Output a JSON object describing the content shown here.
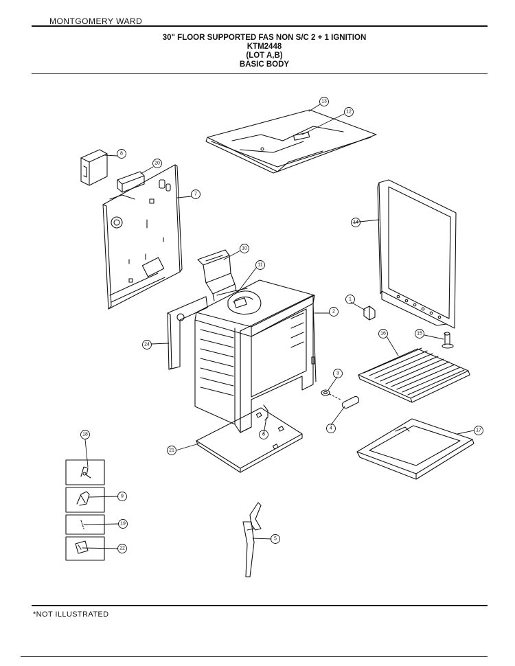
{
  "header": {
    "brand": "MONTGOMERY WARD",
    "title_line1": "30\" FLOOR SUPPORTED FAS NON S/C 2 + 1 IGNITION",
    "model": "KTM2448",
    "lot": "(LOT A,B)",
    "section": "BASIC BODY"
  },
  "footer": {
    "note": "*NOT ILLUSTRATED"
  },
  "callouts": {
    "c1": "1",
    "c2": "2",
    "c3": "3",
    "c4": "4",
    "c5": "5",
    "c6": "6",
    "c7": "7",
    "c8": "8",
    "c9": "9",
    "c10": "10",
    "c11": "11",
    "c12": "12",
    "c13": "13",
    "c14": "14",
    "c15": "15",
    "c16": "16",
    "c17": "17",
    "c18": "18",
    "c19": "19",
    "c20": "20",
    "c21": "21",
    "c22": "22",
    "c24": "24"
  },
  "colors": {
    "ink": "#111111",
    "paper": "#ffffff"
  }
}
